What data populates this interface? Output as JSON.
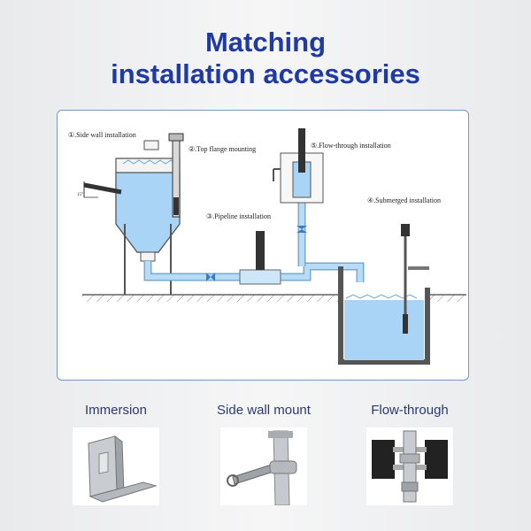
{
  "title": {
    "line1": "Matching",
    "line2": "installation accessories"
  },
  "diagram": {
    "labels": {
      "side_wall": "①.Side wall installation",
      "top_flange": "②.Top flange mounting",
      "pipeline": "③.Pipeline installation",
      "submerged": "④.Submerged installation",
      "flow_through": "⑤.Flow-through installation",
      "angle": "15°"
    }
  },
  "accessories": [
    {
      "label": "Immersion",
      "icon": "immersion-bracket-icon"
    },
    {
      "label": "Side wall mount",
      "icon": "side-wall-clamp-icon"
    },
    {
      "label": "Flow-through",
      "icon": "flow-through-cell-icon"
    }
  ],
  "colors": {
    "title": "#1f3aa3",
    "water": "#a9d4f5",
    "pipe": "#b9dcf6",
    "panel_border": "#7a95c8"
  }
}
